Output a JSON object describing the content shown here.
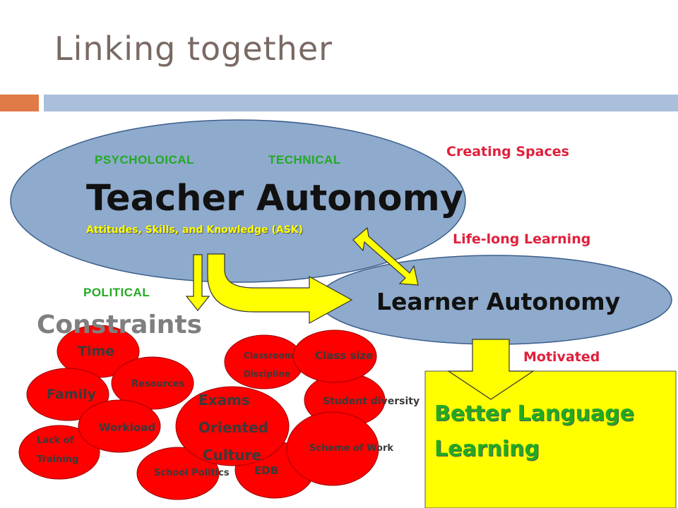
{
  "title": "Linking together",
  "teacher": {
    "label": "Teacher Autonomy",
    "left_tag": "PSYCHOLOICAL",
    "right_tag": "TECHNICAL",
    "sub": "Attitudes, Skills, and Knowledge (ASK)"
  },
  "learner": {
    "label": "Learner Autonomy"
  },
  "notes": {
    "creating": "Creating Spaces",
    "lifelong": "Life-long Learning",
    "motivated": "Motivated",
    "political": "POLITICAL"
  },
  "constraints": {
    "heading": "Constraints",
    "items": {
      "time": "Time",
      "family": "Family",
      "resources": "Resources",
      "workload": "Workload",
      "lack_l1": "Lack of",
      "lack_l2": "Training",
      "school_politics": "School Politics",
      "exams_l1": "Exams",
      "exams_l2": "Oriented",
      "exams_l3": "Culture",
      "edb": "EDB",
      "classroom_l1": "Classroom",
      "classroom_l2": "Discipline",
      "class_size": "Class size",
      "student_div": "Student diversity",
      "scheme": "Scheme of Work"
    }
  },
  "outcome": {
    "line1": "Better Language",
    "line2": "Learning"
  },
  "colors": {
    "ellipse_fill": "#8eaacc",
    "bubble_red": "#ff0000",
    "arrow_yellow": "#ffff00",
    "outcome_green": "#22aa22",
    "note_red": "#e0203c"
  }
}
